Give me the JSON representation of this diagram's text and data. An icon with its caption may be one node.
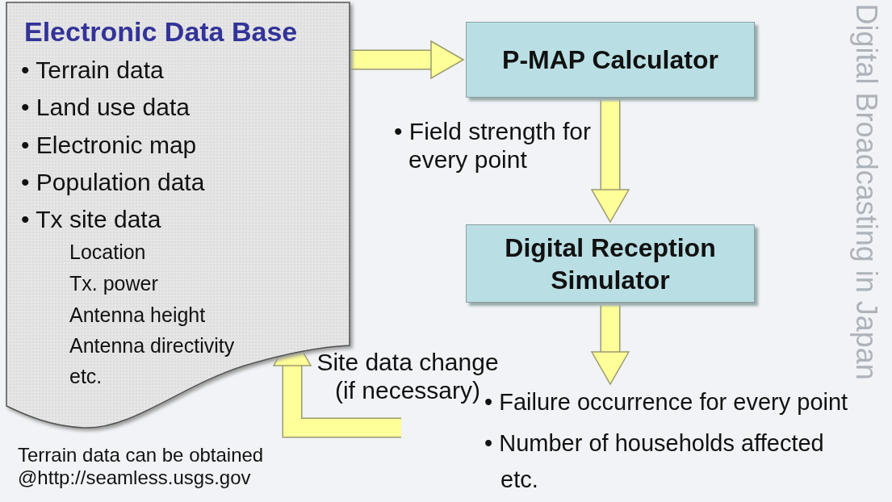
{
  "diagram": {
    "nodes": [
      {
        "text": [
          "Electronic Data Base",
          "• Terrain data",
          "• Land use data",
          "• Electronic map",
          "• Population data",
          "• Tx site data",
          "Location",
          "Tx. power",
          "Antenna height",
          "Antenna directivity",
          "etc."
        ]
      },
      {
        "text": [
          "P-MAP Calculator"
        ]
      },
      {
        "text": [
          "Digital Reception Simulator"
        ]
      },
      {
        "text": [
          "• Failure occurrence for every point",
          "• Number of households affected",
          "etc."
        ]
      }
    ],
    "edges": [
      {
        "from": 0,
        "to": 1,
        "arrow": "to"
      },
      {
        "from": 1,
        "to": 2,
        "arrow": "to"
      },
      {
        "from": 2,
        "to": 3,
        "arrow": "to"
      },
      {
        "from": null,
        "to": 0,
        "arrow": "to",
        "label": "Site data change (if necessary)"
      }
    ],
    "labels": [
      "Digital Broadcasting in Japan",
      "• Field strength for every point",
      "Terrain data can be obtained @http://seamless.usgs.gov"
    ]
  }
}
